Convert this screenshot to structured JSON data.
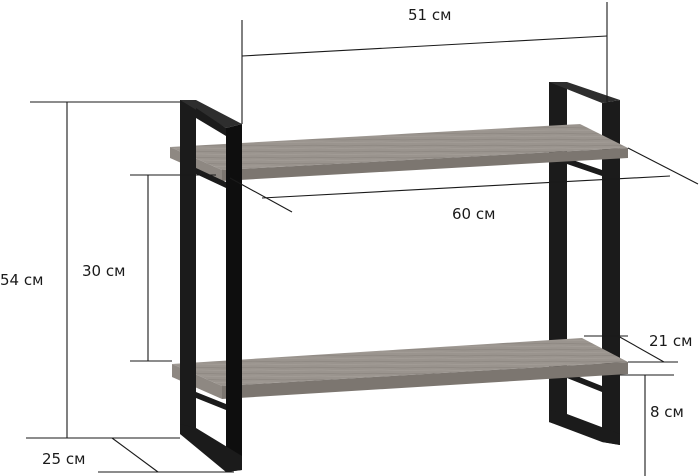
{
  "dimensions": {
    "top_width": "51 см",
    "shelf_length": "60 см",
    "total_height": "54 см",
    "shelf_gap": "30 см",
    "shelf_depth": "21 см",
    "bottom_clearance": "8 см",
    "frame_depth": "25 см"
  },
  "colors": {
    "frame": "#1b1b1b",
    "wood": "#9a948e",
    "dimension_line": "#1a1a1a"
  }
}
